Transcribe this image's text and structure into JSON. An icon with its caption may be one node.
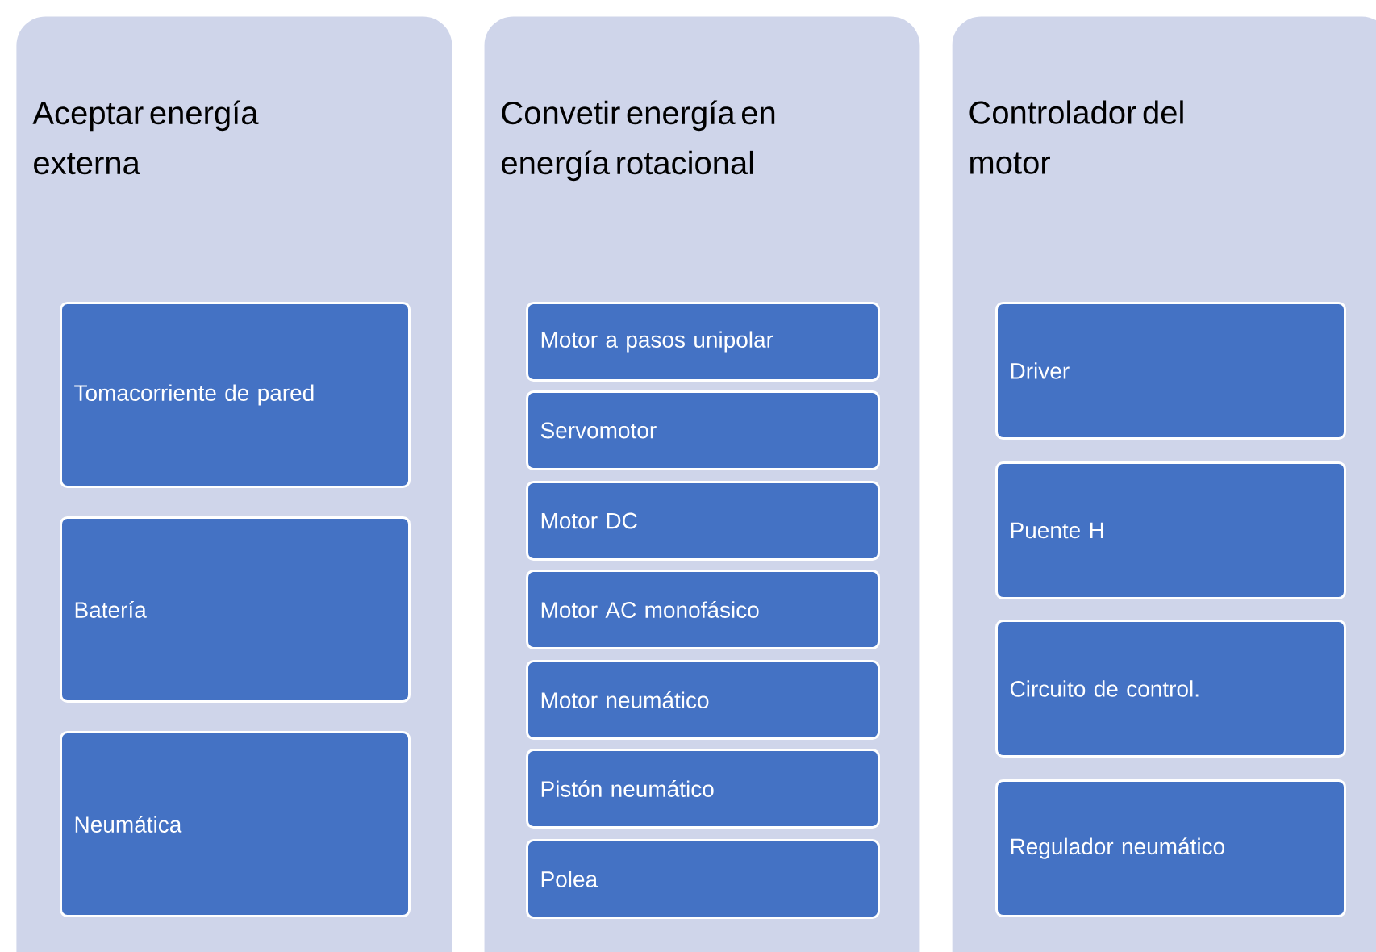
{
  "diagram": {
    "nodes": [
      {
        "text": [
          "Aceptar energía externa"
        ]
      },
      {
        "text": [
          "Tomacorriente de pared"
        ],
        "in": 0
      },
      {
        "text": [
          "Batería"
        ],
        "in": 0
      },
      {
        "text": [
          "Neumática"
        ],
        "in": 0
      },
      {
        "text": [
          "Convetir energía en energía rotacional"
        ]
      },
      {
        "text": [
          "Motor a pasos unipolar"
        ],
        "in": 4
      },
      {
        "text": [
          "Servomotor"
        ],
        "in": 4
      },
      {
        "text": [
          "Motor DC"
        ],
        "in": 4
      },
      {
        "text": [
          "Motor AC monofásico"
        ],
        "in": 4
      },
      {
        "text": [
          "Motor neumático"
        ],
        "in": 4
      },
      {
        "text": [
          "Pistón neumático"
        ],
        "in": 4
      },
      {
        "text": [
          "Polea"
        ],
        "in": 4
      },
      {
        "text": [
          "Controlador del motor"
        ]
      },
      {
        "text": [
          "Driver"
        ],
        "in": 12
      },
      {
        "text": [
          "Puente H"
        ],
        "in": 12
      },
      {
        "text": [
          "Circuito de control."
        ],
        "in": 12
      },
      {
        "text": [
          "Regulador neumático"
        ],
        "in": 12
      }
    ]
  }
}
